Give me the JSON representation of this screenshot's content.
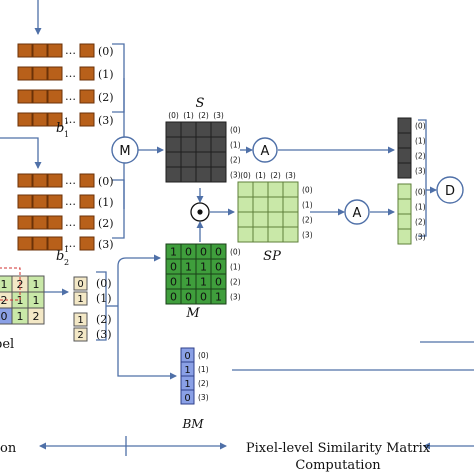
{
  "colors": {
    "orange": "#b8601a",
    "orange_stroke": "#6b3208",
    "dark_gray": "#4a4a4a",
    "dark_gray_stroke": "#1e1e1e",
    "light_green": "#c9e8a8",
    "light_green_stroke": "#5e7f3a",
    "green": "#3f9e3c",
    "green_stroke": "#1a3f18",
    "blue": "#8aa0e6",
    "blue_stroke": "#2f3f8a",
    "beige": "#f3e8c6",
    "arrow": "#4f70a8"
  },
  "labels": {
    "b1": "b",
    "b1_sub": "1",
    "b1_sup": "1",
    "b2": "b",
    "b2_sub": "2",
    "b2_sup": "1",
    "S": "S",
    "SP": "SP",
    "M": "M",
    "BM": "BM",
    "op_M": "M",
    "op_A1": "A",
    "op_A2": "A",
    "op_D": "D",
    "op_dot": "•",
    "dots": "…",
    "label_partial": "bel",
    "bottom_left_partial": "on",
    "caption_line1": "Pixel-level Similarity Matrix",
    "caption_line2": "Computation"
  },
  "indices": [
    "(0)",
    "(1)",
    "(2)",
    "(3)"
  ],
  "M_matrix": [
    [
      "1",
      "0",
      "0",
      "0"
    ],
    [
      "0",
      "1",
      "1",
      "0"
    ],
    [
      "0",
      "1",
      "1",
      "0"
    ],
    [
      "0",
      "0",
      "0",
      "1"
    ]
  ],
  "label_column": [
    "0",
    "1",
    "1",
    "2"
  ],
  "BM_column": [
    "0",
    "1",
    "1",
    "0"
  ],
  "label_grid": [
    [
      "1",
      "2",
      "1"
    ],
    [
      "2",
      "1",
      "1"
    ],
    [
      "0",
      "1",
      "2"
    ]
  ]
}
